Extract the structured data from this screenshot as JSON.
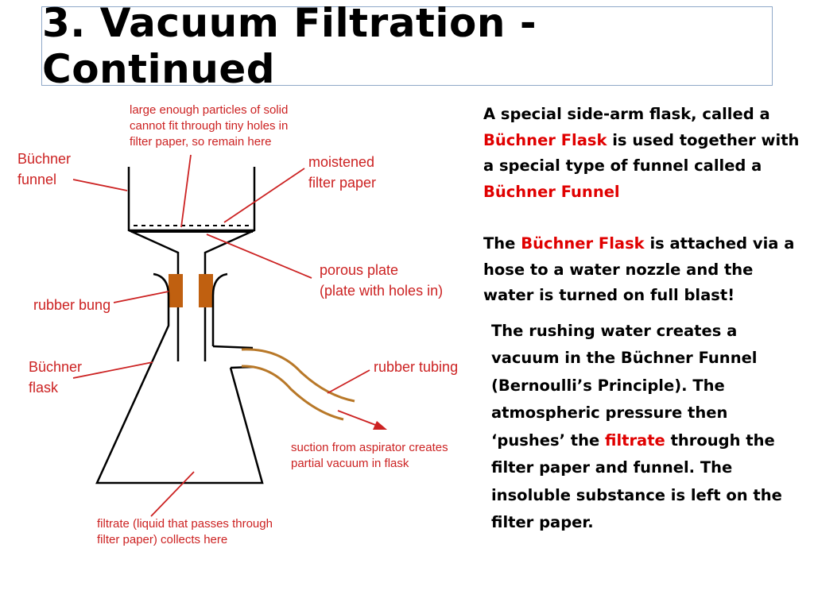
{
  "slide": {
    "title": "3.  Vacuum Filtration - Continued"
  },
  "diagram": {
    "labels": {
      "particles": [
        "large enough particles of solid",
        "cannot fit through tiny holes in",
        "filter paper, so remain here"
      ],
      "buchner_funnel": [
        "Büchner",
        "funnel"
      ],
      "moistened_filter_paper": [
        "moistened",
        "filter paper"
      ],
      "porous_plate": [
        "porous plate",
        "(plate with holes in)"
      ],
      "rubber_bung": "rubber bung",
      "buchner_flask": [
        "Büchner",
        "flask"
      ],
      "rubber_tubing": "rubber tubing",
      "suction": [
        "suction from aspirator creates",
        "partial vacuum in flask"
      ],
      "filtrate": [
        "filtrate (liquid that passes through",
        "filter paper) collects here"
      ]
    },
    "colors": {
      "label": "#cc2222",
      "bung": "#c06010",
      "tubing": "#b87828",
      "outline": "#000000"
    }
  },
  "text": {
    "p1": {
      "a": "A special side-arm flask, called a ",
      "b": "Büchner Flask",
      "c": " is used together with a special type of funnel called a ",
      "d": "Büchner Funnel"
    },
    "p2": {
      "a": "The ",
      "b": "Büchner Flask",
      "c": " is attached via a hose to a water nozzle and the water is turned on full blast!"
    },
    "p3": {
      "a": "The rushing water creates a vacuum in the Büchner Funnel (Bernoulli’s Principle).  The atmospheric pressure then ‘pushes’ the ",
      "b": "filtrate",
      "c": " through the filter paper and funnel.  The insoluble substance is left on the filter paper."
    }
  }
}
